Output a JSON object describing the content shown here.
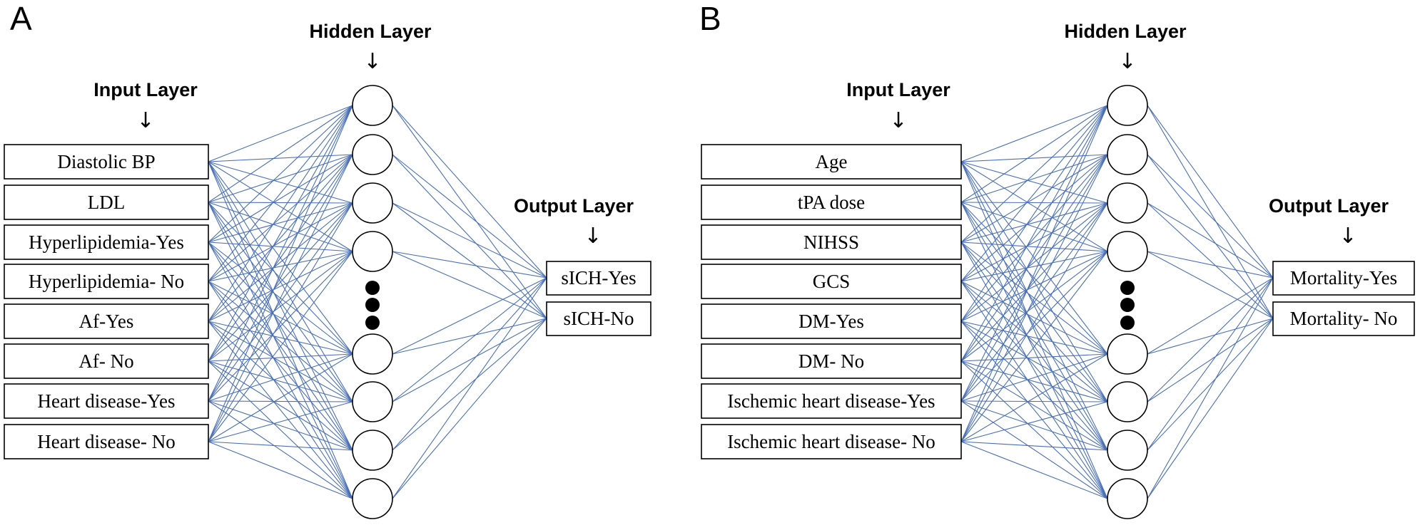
{
  "colors": {
    "connection": "#4a6fb5",
    "stroke": "#000000",
    "background": "#ffffff"
  },
  "panels": [
    {
      "letter": "A",
      "input_title": "Input Layer",
      "hidden_title": "Hidden Layer",
      "output_title": "Output Layer",
      "arrow": "↓",
      "inputs": [
        "Diastolic BP",
        "LDL",
        "Hyperlipidemia-Yes",
        "Hyperlipidemia- No",
        "Af-Yes",
        "Af- No",
        "Heart disease-Yes",
        "Heart disease- No"
      ],
      "outputs": [
        "sICH-Yes",
        "sICH-No"
      ],
      "hidden_nodes_before_ellipsis": 4,
      "hidden_nodes_after_ellipsis": 4
    },
    {
      "letter": "B",
      "input_title": "Input Layer",
      "hidden_title": "Hidden Layer",
      "output_title": "Output Layer",
      "arrow": "↓",
      "inputs": [
        "Age",
        "tPA dose",
        "NIHSS",
        "GCS",
        "DM-Yes",
        "DM- No",
        "Ischemic heart disease-Yes",
        "Ischemic heart disease- No"
      ],
      "outputs": [
        "Mortality-Yes",
        "Mortality- No"
      ],
      "hidden_nodes_before_ellipsis": 4,
      "hidden_nodes_after_ellipsis": 4
    }
  ]
}
